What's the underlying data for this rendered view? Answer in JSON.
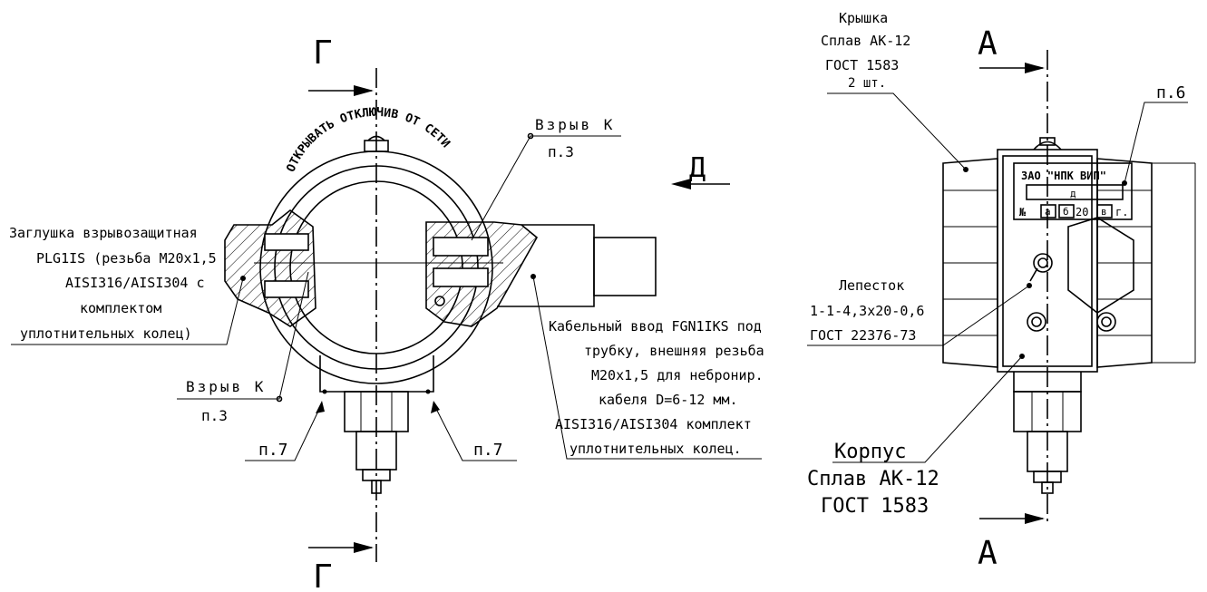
{
  "section_marks": {
    "g_top": "Г",
    "g_bottom": "Г",
    "d_view": "Д",
    "a_top": "А",
    "a_bottom": "А"
  },
  "left_labels": {
    "plug_line1": "Заглушка взрывозащитная",
    "plug_line2": "PLG1IS (резьба М20х1,5",
    "plug_line3": "AISI316/AISI304 с",
    "plug_line4": "комплектом",
    "plug_line5": "уплотнительных колец)",
    "explosion_top": "Взрыв К",
    "explosion_top_ref": "п.3",
    "explosion_bottom": "Взрыв К",
    "explosion_bottom_ref": "п.3",
    "p7_left": "п.7",
    "p7_right": "п.7",
    "cable_line1": "Кабельный ввод FGN1IKS под",
    "cable_line2": "трубку, внешняя резьба",
    "cable_line3": "М20х1,5 для небронир.",
    "cable_line4": "кабеля D=6-12 мм.",
    "cable_line5": "AISI316/AISI304 комплект",
    "cable_line6": "уплотнительных колец.",
    "cover_ring_text": "ОТКРЫВАТЬ ОТКЛЮЧИВ ОТ СЕТИ"
  },
  "right_labels": {
    "cover_line1": "Крышка",
    "cover_line2": "Сплав АК-12",
    "cover_line3": "ГОСТ 1583",
    "cover_line4": "2 шт.",
    "p6": "п.6",
    "plate_title": "ЗАО \"НПК ВИП\"",
    "plate_d": "д",
    "plate_no": "№",
    "plate_a": "а",
    "plate_b": "б",
    "plate_year": "20",
    "plate_v": "в",
    "plate_g": "г.",
    "petal_line1": "Лепесток",
    "petal_line2": "1-1-4,3х20-0,6",
    "petal_line3": "ГОСТ 22376-73",
    "body_line1": "Корпус",
    "body_line2": "Сплав АК-12",
    "body_line3": "ГОСТ 1583"
  }
}
